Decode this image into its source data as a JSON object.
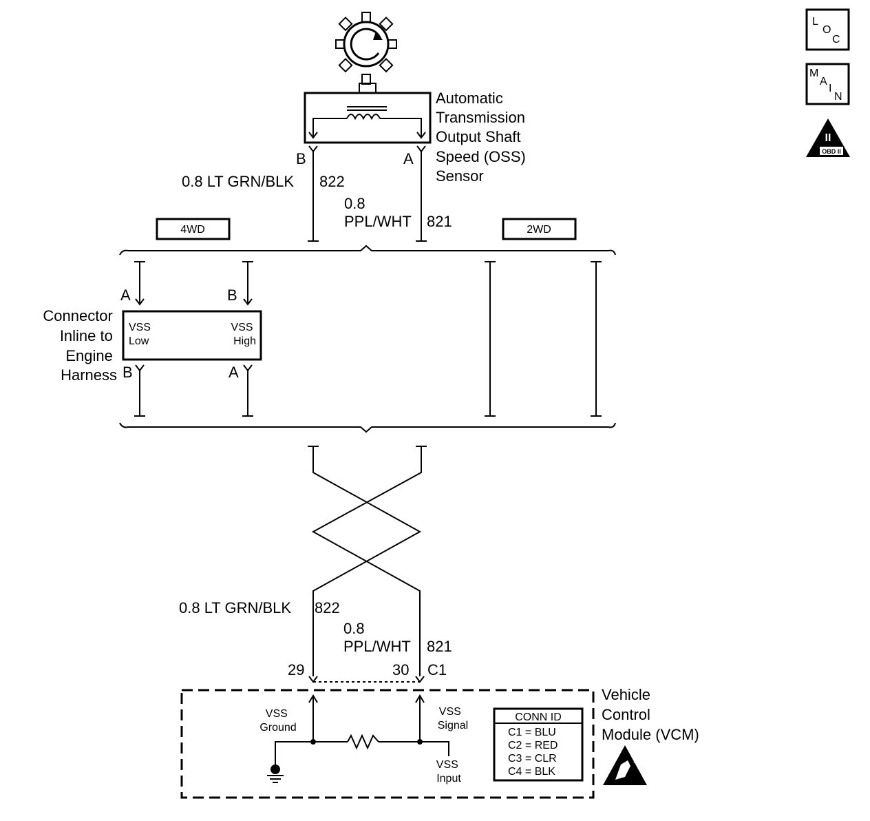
{
  "sensor": {
    "label_lines": [
      "Automatic",
      "Transmission",
      "Output Shaft",
      "Speed (OSS)",
      "Sensor"
    ],
    "pin_b": "B",
    "pin_a": "A"
  },
  "wires_top": {
    "wire_822_gauge_color": "0.8 LT GRN/BLK",
    "wire_822_circuit": "822",
    "wire_821_gauge": "0.8",
    "wire_821_color": "PPL/WHT",
    "wire_821_circuit": "821"
  },
  "options": {
    "four_wd": "4WD",
    "two_wd": "2WD"
  },
  "inline_connector": {
    "label_lines": [
      "Connector",
      "Inline to",
      "Engine",
      "Harness"
    ],
    "pin_a_top": "A",
    "pin_b_top": "B",
    "pin_b_bottom": "B",
    "pin_a_bottom": "A",
    "vss_low_lines": [
      "VSS",
      "Low"
    ],
    "vss_high_lines": [
      "VSS",
      "High"
    ]
  },
  "wires_bottom": {
    "wire_822_gauge_color": "0.8 LT GRN/BLK",
    "wire_822_circuit": "822",
    "wire_821_gauge": "0.8",
    "wire_821_color": "PPL/WHT",
    "wire_821_circuit": "821",
    "pin_29": "29",
    "pin_30": "30",
    "connector": "C1"
  },
  "vcm": {
    "label_lines": [
      "Vehicle",
      "Control",
      "Module (VCM)"
    ],
    "vss_ground_lines": [
      "VSS",
      "Ground"
    ],
    "vss_signal_lines": [
      "VSS",
      "Signal"
    ],
    "vss_input_lines": [
      "VSS",
      "Input"
    ],
    "conn_id": {
      "header": "CONN ID",
      "rows": [
        "C1 = BLU",
        "C2 = RED",
        "C3 = CLR",
        "C4 = BLK"
      ]
    }
  },
  "side_icons": {
    "loc_letters": [
      "L",
      "O",
      "C"
    ],
    "main_letters": [
      "M",
      "A",
      "I",
      "N"
    ],
    "obd_numeral": "II",
    "obd_label": "OBD II"
  },
  "icons": [
    "gear-icon",
    "loc-icon",
    "main-icon",
    "obd-ii-icon",
    "esd-warning-icon",
    "ground-icon",
    "resistor-icon",
    "coil-icon"
  ]
}
